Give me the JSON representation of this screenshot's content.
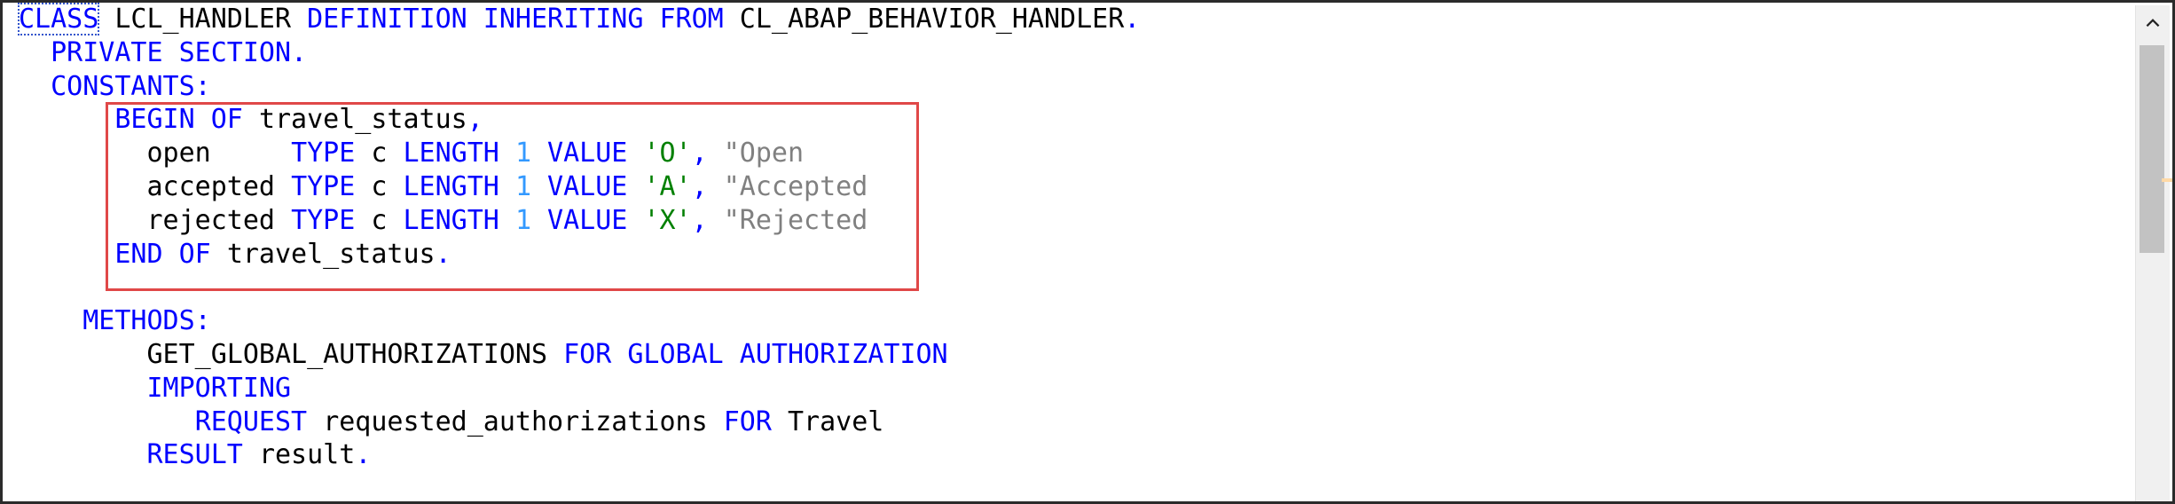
{
  "code": {
    "lines": [
      {
        "indent": "",
        "tokens": [
          {
            "t": "CLASS",
            "c": "kw",
            "cursor": true
          },
          {
            "t": " ",
            "c": "id"
          },
          {
            "t": "LCL_HANDLER",
            "c": "id"
          },
          {
            "t": " DEFINITION INHERITING FROM ",
            "c": "kw"
          },
          {
            "t": "CL_ABAP_BEHAVIOR_HANDLER",
            "c": "id"
          },
          {
            "t": ".",
            "c": "kw"
          }
        ]
      },
      {
        "indent": "  ",
        "tokens": [
          {
            "t": "PRIVATE SECTION.",
            "c": "kw"
          }
        ]
      },
      {
        "indent": "  ",
        "tokens": [
          {
            "t": "CONSTANTS:",
            "c": "kw"
          }
        ]
      },
      {
        "indent": "      ",
        "tokens": [
          {
            "t": "BEGIN OF ",
            "c": "kw"
          },
          {
            "t": "travel_status",
            "c": "id"
          },
          {
            "t": ",",
            "c": "kw"
          }
        ]
      },
      {
        "indent": "        ",
        "tokens": [
          {
            "t": "open     ",
            "c": "id"
          },
          {
            "t": "TYPE ",
            "c": "kw"
          },
          {
            "t": "c ",
            "c": "id"
          },
          {
            "t": "LENGTH ",
            "c": "kw"
          },
          {
            "t": "1",
            "c": "num"
          },
          {
            "t": " VALUE ",
            "c": "kw"
          },
          {
            "t": "'O'",
            "c": "str"
          },
          {
            "t": ", ",
            "c": "kw"
          },
          {
            "t": "\"Open",
            "c": "cmt"
          }
        ]
      },
      {
        "indent": "        ",
        "tokens": [
          {
            "t": "accepted ",
            "c": "id"
          },
          {
            "t": "TYPE ",
            "c": "kw"
          },
          {
            "t": "c ",
            "c": "id"
          },
          {
            "t": "LENGTH ",
            "c": "kw"
          },
          {
            "t": "1",
            "c": "num"
          },
          {
            "t": " VALUE ",
            "c": "kw"
          },
          {
            "t": "'A'",
            "c": "str"
          },
          {
            "t": ", ",
            "c": "kw"
          },
          {
            "t": "\"Accepted",
            "c": "cmt"
          }
        ]
      },
      {
        "indent": "        ",
        "tokens": [
          {
            "t": "rejected ",
            "c": "id"
          },
          {
            "t": "TYPE ",
            "c": "kw"
          },
          {
            "t": "c ",
            "c": "id"
          },
          {
            "t": "LENGTH ",
            "c": "kw"
          },
          {
            "t": "1",
            "c": "num"
          },
          {
            "t": " VALUE ",
            "c": "kw"
          },
          {
            "t": "'X'",
            "c": "str"
          },
          {
            "t": ", ",
            "c": "kw"
          },
          {
            "t": "\"Rejected",
            "c": "cmt"
          }
        ]
      },
      {
        "indent": "      ",
        "tokens": [
          {
            "t": "END OF ",
            "c": "kw"
          },
          {
            "t": "travel_status",
            "c": "id"
          },
          {
            "t": ".",
            "c": "kw"
          }
        ]
      },
      {
        "indent": "",
        "tokens": []
      },
      {
        "indent": "    ",
        "tokens": [
          {
            "t": "METHODS:",
            "c": "kw"
          }
        ]
      },
      {
        "indent": "        ",
        "tokens": [
          {
            "t": "GET_GLOBAL_AUTHORIZATIONS",
            "c": "id"
          },
          {
            "t": " FOR GLOBAL AUTHORIZATION",
            "c": "kw"
          }
        ]
      },
      {
        "indent": "        ",
        "tokens": [
          {
            "t": "IMPORTING",
            "c": "kw"
          }
        ]
      },
      {
        "indent": "           ",
        "tokens": [
          {
            "t": "REQUEST ",
            "c": "kw"
          },
          {
            "t": "requested_authorizations",
            "c": "id"
          },
          {
            "t": " FOR ",
            "c": "kw"
          },
          {
            "t": "Travel",
            "c": "id"
          }
        ]
      },
      {
        "indent": "        ",
        "tokens": [
          {
            "t": "RESULT ",
            "c": "kw"
          },
          {
            "t": "result",
            "c": "id"
          },
          {
            "t": ".",
            "c": "kw"
          }
        ]
      }
    ]
  },
  "scrollbar": {
    "up_icon": "chevron-up-icon",
    "position_fraction": 0.0
  },
  "colors": {
    "keyword": "#0000ff",
    "identifier": "#000000",
    "number": "#3399ff",
    "string": "#008000",
    "comment": "#808080",
    "highlight_border": "#e04848"
  }
}
